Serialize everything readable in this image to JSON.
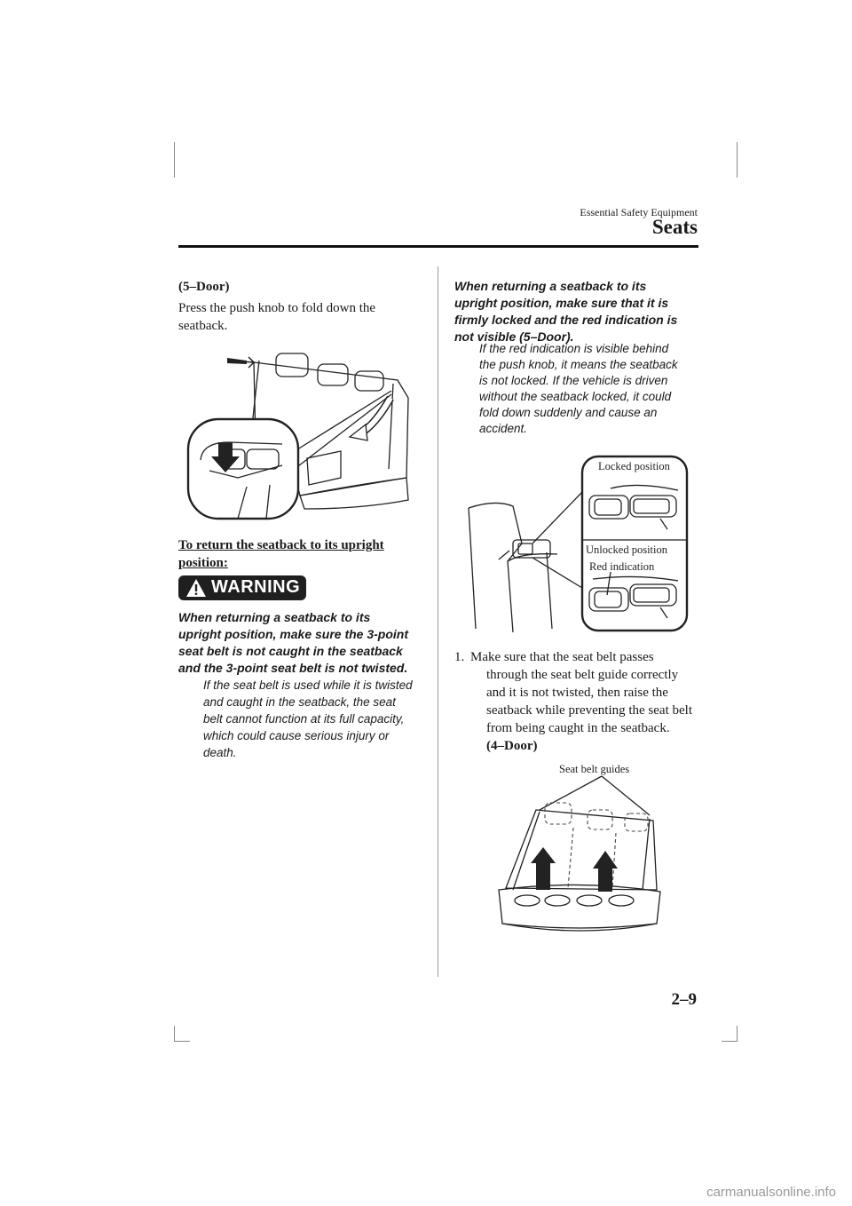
{
  "header": {
    "section": "Essential Safety Equipment",
    "title": "Seats"
  },
  "left": {
    "door_label": "(5–Door)",
    "intro": [
      "Press the push knob to fold down the",
      "seatback."
    ],
    "subhead": [
      "To return the seatback to its upright",
      "position:"
    ],
    "warning_label": "WARNING",
    "warning_bold": [
      "When returning a seatback to its",
      "upright position, make sure the 3-point",
      "seat belt is not caught in the seatback",
      "and the 3-point seat belt is not twisted."
    ],
    "warning_body": [
      "If the seat belt is used while it is twisted",
      "and caught in the seatback, the seat",
      "belt cannot function at its full capacity,",
      "which could cause serious injury or",
      "death."
    ]
  },
  "right": {
    "caution_bold": [
      "When returning a seatback to its",
      "upright position, make sure that it is",
      "firmly locked and the red indication is",
      "not visible (5–Door)."
    ],
    "caution_body": [
      "If the red indication is visible behind",
      "the push knob, it means the seatback",
      "is not locked. If the vehicle is driven",
      "without the seatback locked, it could",
      "fold down suddenly and cause an",
      "accident."
    ],
    "figure_labels": {
      "locked": "Locked position",
      "unlocked": "Unlocked position",
      "red": "Red indication",
      "guides": "Seat belt guides"
    },
    "step_number": "1.",
    "step_lines": [
      "Make sure that the seat belt passes",
      "through the seat belt guide correctly",
      "and it is not twisted, then raise the",
      "seatback while preventing the seat belt",
      "from being caught in the seatback."
    ],
    "step_door": "(4–Door)"
  },
  "footer": {
    "page_number": "2–9",
    "url": "carmanualsonline.info"
  }
}
